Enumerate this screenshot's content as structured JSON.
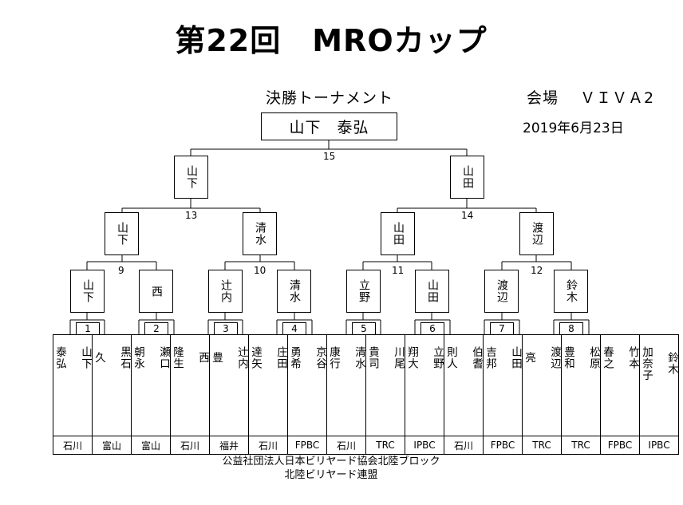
{
  "title": "第22回　MROカップ",
  "subtitle": "決勝トーナメント",
  "venue": "会場　 ＶＩＶＡ2",
  "date": "2019年6月23日",
  "champion": "山下　泰弘",
  "final": {
    "number": "15",
    "left": "山下",
    "right": "山田"
  },
  "semifinals": [
    {
      "number": "13",
      "left": "山下",
      "right": "清水"
    },
    {
      "number": "14",
      "left": "山田",
      "right": "渡辺"
    }
  ],
  "quarterfinals": [
    {
      "number": "9",
      "left": "山下",
      "right": "西"
    },
    {
      "number": "10",
      "left": "辻内",
      "right": "清水"
    },
    {
      "number": "11",
      "left": "立野",
      "right": "山田"
    },
    {
      "number": "12",
      "left": "渡辺",
      "right": "鈴木"
    }
  ],
  "first_round_numbers": [
    "1",
    "2",
    "3",
    "4",
    "5",
    "6",
    "7",
    "8"
  ],
  "players": [
    {
      "name": "山下\n\n泰弘",
      "club": "石川"
    },
    {
      "name": "黒石\n\n久",
      "club": "富山"
    },
    {
      "name": "瀬口\n\n朝永",
      "club": "富山"
    },
    {
      "name": "西\n\n隆生",
      "club": "石川"
    },
    {
      "name": "辻内\n\n豊",
      "club": "福井"
    },
    {
      "name": "庄田\n\n達矢",
      "club": "石川"
    },
    {
      "name": "京谷\n\n勇希",
      "club": "FPBC"
    },
    {
      "name": "清水\n\n康行",
      "club": "石川"
    },
    {
      "name": "川尾\n\n貴司",
      "club": "TRC"
    },
    {
      "name": "立野\n\n翔大",
      "club": "IPBC"
    },
    {
      "name": "伯耆\n\n則人",
      "club": "石川"
    },
    {
      "name": "山田\n\n吉邦",
      "club": "FPBC"
    },
    {
      "name": "渡辺\n\n亮",
      "club": "TRC"
    },
    {
      "name": "松原\n\n豊和",
      "club": "TRC"
    },
    {
      "name": "竹本\n\n春之",
      "club": "FPBC"
    },
    {
      "name": "鈴木\n\n加奈子",
      "club": "IPBC"
    }
  ],
  "footer": {
    "line1": "公益社団法人日本ビリヤード協会北陸ブロック",
    "line2": "北陸ビリヤード連盟"
  }
}
